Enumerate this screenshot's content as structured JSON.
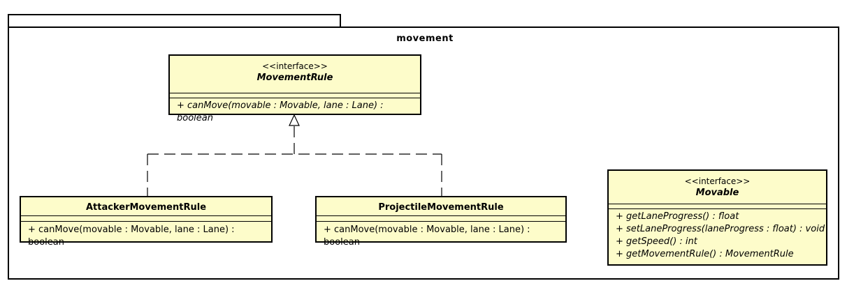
{
  "package": {
    "name": "movement"
  },
  "classes": {
    "movement_rule": {
      "stereotype": "<<interface>>",
      "name": "MovementRule",
      "operations": [
        "+ canMove(movable : Movable, lane : Lane) : boolean"
      ]
    },
    "attacker_movement_rule": {
      "name": "AttackerMovementRule",
      "operations": [
        "+ canMove(movable : Movable, lane : Lane) : boolean"
      ]
    },
    "projectile_movement_rule": {
      "name": "ProjectileMovementRule",
      "operations": [
        "+ canMove(movable : Movable, lane : Lane) : boolean"
      ]
    },
    "movable": {
      "stereotype": "<<interface>>",
      "name": "Movable",
      "operations": [
        "+ getLaneProgress() : float",
        "+ setLaneProgress(laneProgress : float) : void",
        "+ getSpeed() : int",
        "+ getMovementRule() : MovementRule"
      ]
    }
  },
  "relations": [
    {
      "type": "realization",
      "from": "AttackerMovementRule",
      "to": "MovementRule"
    },
    {
      "type": "realization",
      "from": "ProjectileMovementRule",
      "to": "MovementRule"
    }
  ]
}
